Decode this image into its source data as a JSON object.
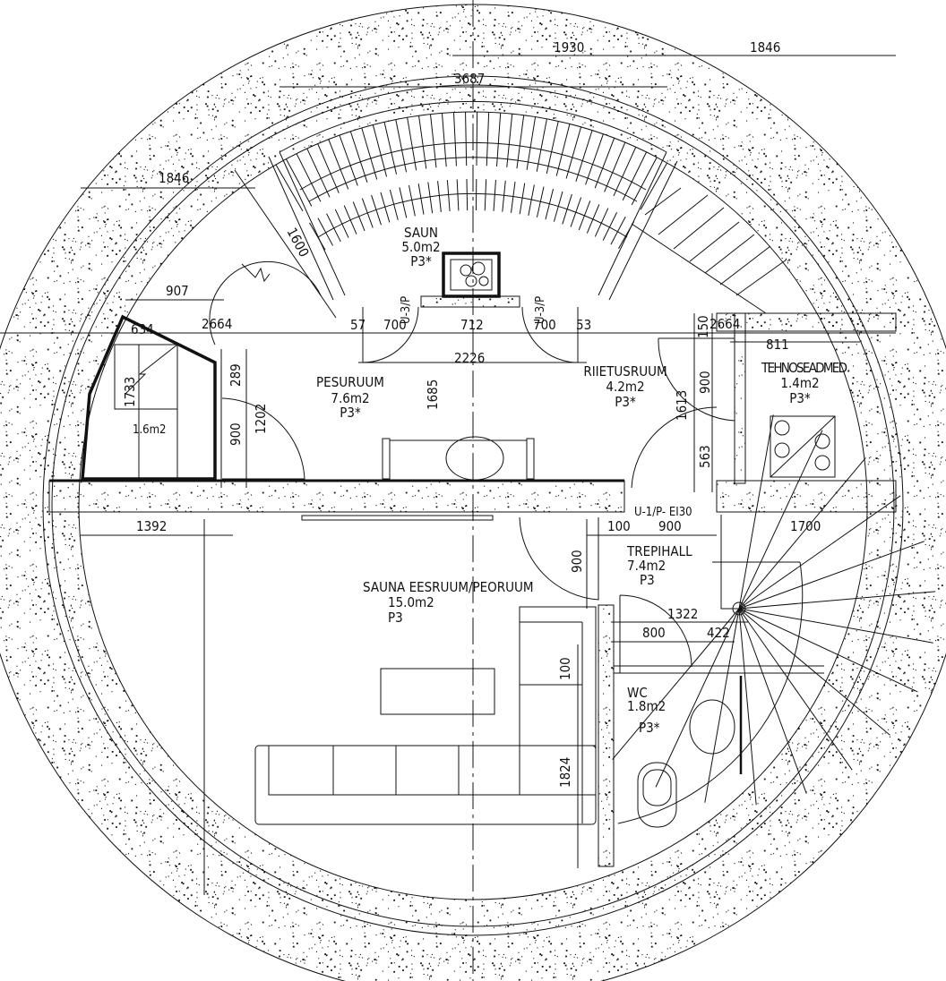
{
  "plan": {
    "colors": {
      "ink": "#111111",
      "paper": "#ffffff"
    },
    "rooms": {
      "saun": {
        "name": "SAUN",
        "area": "5.0m2",
        "class": "P3*"
      },
      "pesuruum": {
        "name": "PESURUUM",
        "area": "7.6m2",
        "class": "P3*"
      },
      "riietusruum": {
        "name": "RIIETUSRUUM",
        "area": "4.2m2",
        "class": "P3*"
      },
      "tehnoseadmed": {
        "name": "TEHNOSEADMED",
        "area": "1.4m2",
        "class": "P3*"
      },
      "trepihall": {
        "name": "TREPIHALL",
        "area": "7.4m2",
        "class": "P3"
      },
      "eesruum": {
        "name": "SAUNA EESRUUM/PEORUUM",
        "area": "15.0m2",
        "class": "P3"
      },
      "wc": {
        "name": "WC",
        "area": "1.8m2",
        "class": "P3*"
      },
      "shower": {
        "area": "1.6m2"
      }
    },
    "doors": {
      "sauna_left": "U-3/P",
      "sauna_right": "U-3/P",
      "hall": "U-1/P- EI30"
    },
    "dims": {
      "d1930": "1930",
      "d1846_top": "1846",
      "d3687": "3687",
      "d1846_left": "1846",
      "d1600": "1600",
      "d907": "907",
      "d2664": "2664",
      "d634": "634",
      "d57": "57",
      "d700a": "700",
      "d712": "712",
      "d700b": "700",
      "d53": "53",
      "d2226": "2226",
      "d150": "150",
      "d2664b": "2664",
      "d811": "811",
      "d289": "289",
      "d1733": "1733",
      "d1685": "1685",
      "d1613": "1613",
      "d900_riietus": "900",
      "d1202": "1202",
      "d900_pesu": "900",
      "d563": "563",
      "d1392": "1392",
      "d100": "100",
      "d900_hall": "900",
      "d1700": "1700",
      "d900_ees": "900",
      "d1322": "1322",
      "d800": "800",
      "d422": "422",
      "d100_v": "100",
      "d1824": "1824"
    }
  }
}
